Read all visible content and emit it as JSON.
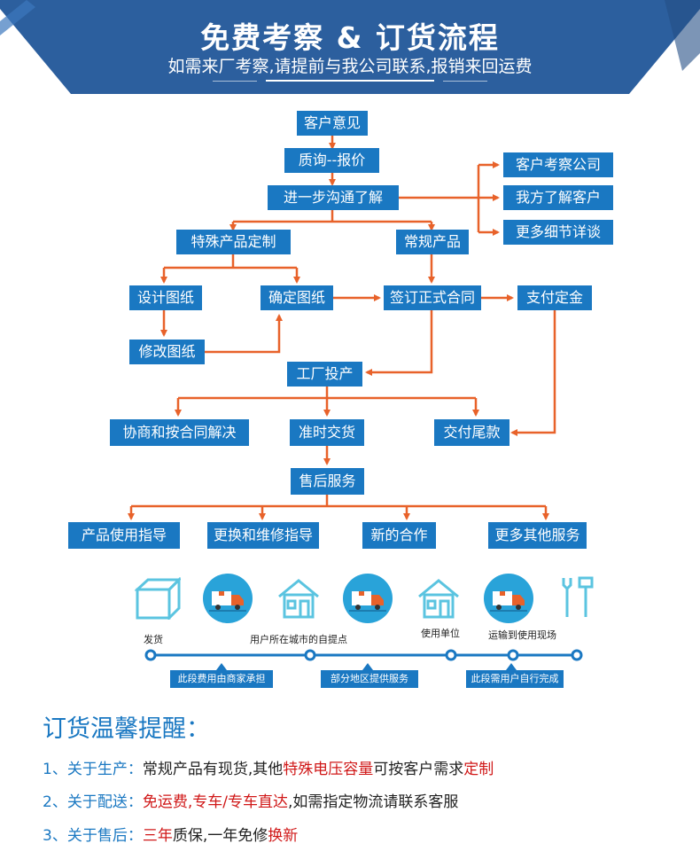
{
  "colors": {
    "banner": "#2c5f9e",
    "box": "#1a78c2",
    "arrow": "#e8622a",
    "accent_red": "#d01818",
    "icon_circle": "#29a3d9",
    "icon_outline": "#5bc4e0"
  },
  "banner": {
    "title": "免费考察 & 订货流程",
    "subtitle": "如需来厂考察,请提前与我公司联系,报销来回运费"
  },
  "flow": {
    "kehu_yijian": "客户意见",
    "zixun_baojia": "质询--报价",
    "jinyibu": "进一步沟通了解",
    "kehu_kaocha": "客户考察公司",
    "wofang_liaojie": "我方了解客户",
    "gengduo_xijie": "更多细节详谈",
    "teshu_chanpin": "特殊产品定制",
    "changgui_chanpin": "常规产品",
    "sheji_tuzhi": "设计图纸",
    "queding_tuzhi": "确定图纸",
    "qianding_hetong": "签订正式合同",
    "zhifu_dingjin": "支付定金",
    "xiugai_tuzhi": "修改图纸",
    "gongchang_touchan": "工厂投产",
    "xieshang_jiejue": "协商和按合同解决",
    "zhunshi_jiaohuo": "准时交货",
    "jiaofu_weikuan": "交付尾款",
    "shouhou_fuwu": "售后服务",
    "chanpin_zhidao": "产品使用指导",
    "genghuan_weixiu": "更换和维修指导",
    "xin_hezuo": "新的合作",
    "gengduo_fuwu": "更多其他服务"
  },
  "logistics": {
    "icons": [
      "box-icon",
      "truck-icon",
      "house-icon",
      "truck-icon",
      "house-icon",
      "truck-icon",
      "tools-icon"
    ],
    "labels": {
      "fahuo": "发货",
      "ziti": "用户所在城市的自提点",
      "shiyong_danwei": "使用单位",
      "yunshu": "运输到使用现场"
    },
    "tags": {
      "shangjia": "此段费用由商家承担",
      "bufen": "部分地区提供服务",
      "yonghu": "此段需用户自行完成"
    }
  },
  "tips": {
    "title": "订货温馨提醒：",
    "t1": {
      "num": "1、关于生产：",
      "a": "常规产品有现货,其他",
      "b": "特殊电压容量",
      "c": "可按客户需求",
      "d": "定制"
    },
    "t2": {
      "num": "2、关于配送：",
      "a": "免运费,专车/专车直达",
      "b": ",如需指定物流请联系客服"
    },
    "t3": {
      "num": "3、关于售后：",
      "a": "三年",
      "b": "质保,一年免修",
      "c": "换新"
    }
  }
}
